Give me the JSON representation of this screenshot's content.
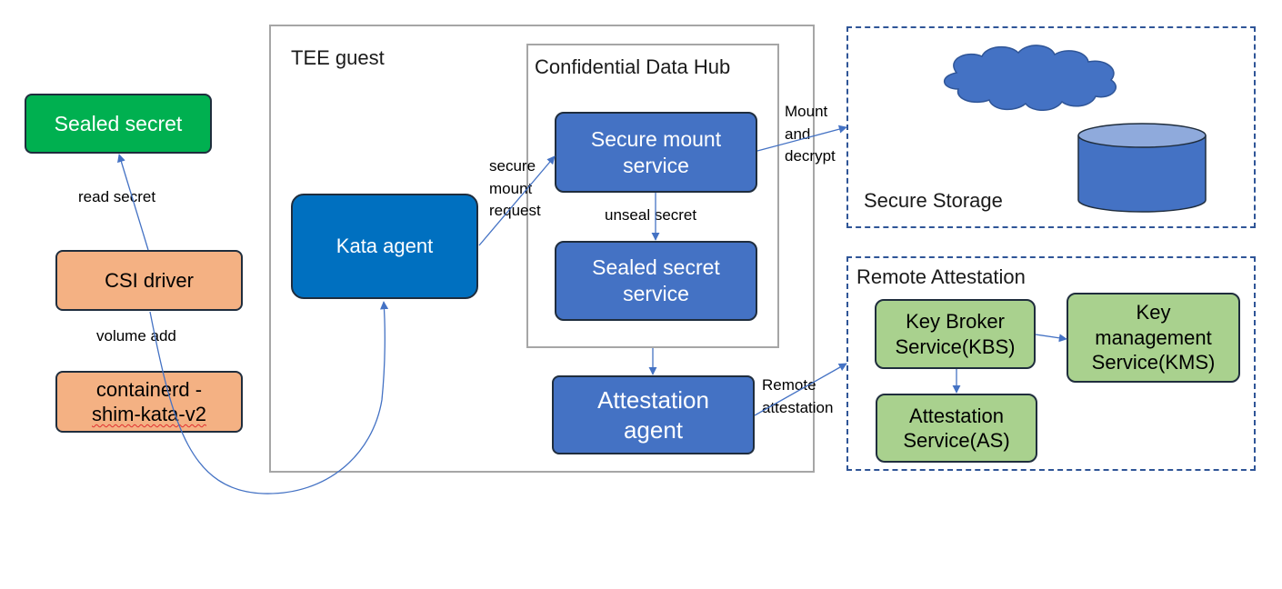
{
  "left": {
    "sealed_secret": "Sealed secret",
    "read_secret": "read secret",
    "csi_driver": "CSI driver",
    "volume_add": "volume add",
    "containerd_line1": "containerd -",
    "containerd_line2": "shim-kata-v2"
  },
  "tee": {
    "title": "TEE guest",
    "kata_agent": "Kata agent",
    "secure_mount_request_line1": "secure",
    "secure_mount_request_line2": "mount",
    "secure_mount_request_line3": "request",
    "cdh": {
      "title": "Confidential Data Hub",
      "secure_mount_line1": "Secure mount",
      "secure_mount_line2": "service",
      "unseal_secret": "unseal secret",
      "sealed_secret_service_line1": "Sealed secret",
      "sealed_secret_service_line2": "service"
    },
    "attestation_agent_line1": "Attestation",
    "attestation_agent_line2": "agent"
  },
  "connectors": {
    "mount_line1": "Mount",
    "mount_line2": "and",
    "mount_line3": "decrypt",
    "remote_line1": "Remote",
    "remote_line2": "attestation"
  },
  "storage": {
    "title": "Secure Storage"
  },
  "attestation": {
    "title": "Remote Attestation",
    "kbs_line1": "Key Broker",
    "kbs_line2": "Service(KBS)",
    "kms_line1": "Key",
    "kms_line2": "management",
    "kms_line3": "Service(KMS)",
    "as_line1": "Attestation",
    "as_line2": "Service(AS)"
  },
  "colors": {
    "arrow": "#4472c4",
    "cloud_fill": "#4472c4",
    "cylinder_top": "#8faadc"
  }
}
